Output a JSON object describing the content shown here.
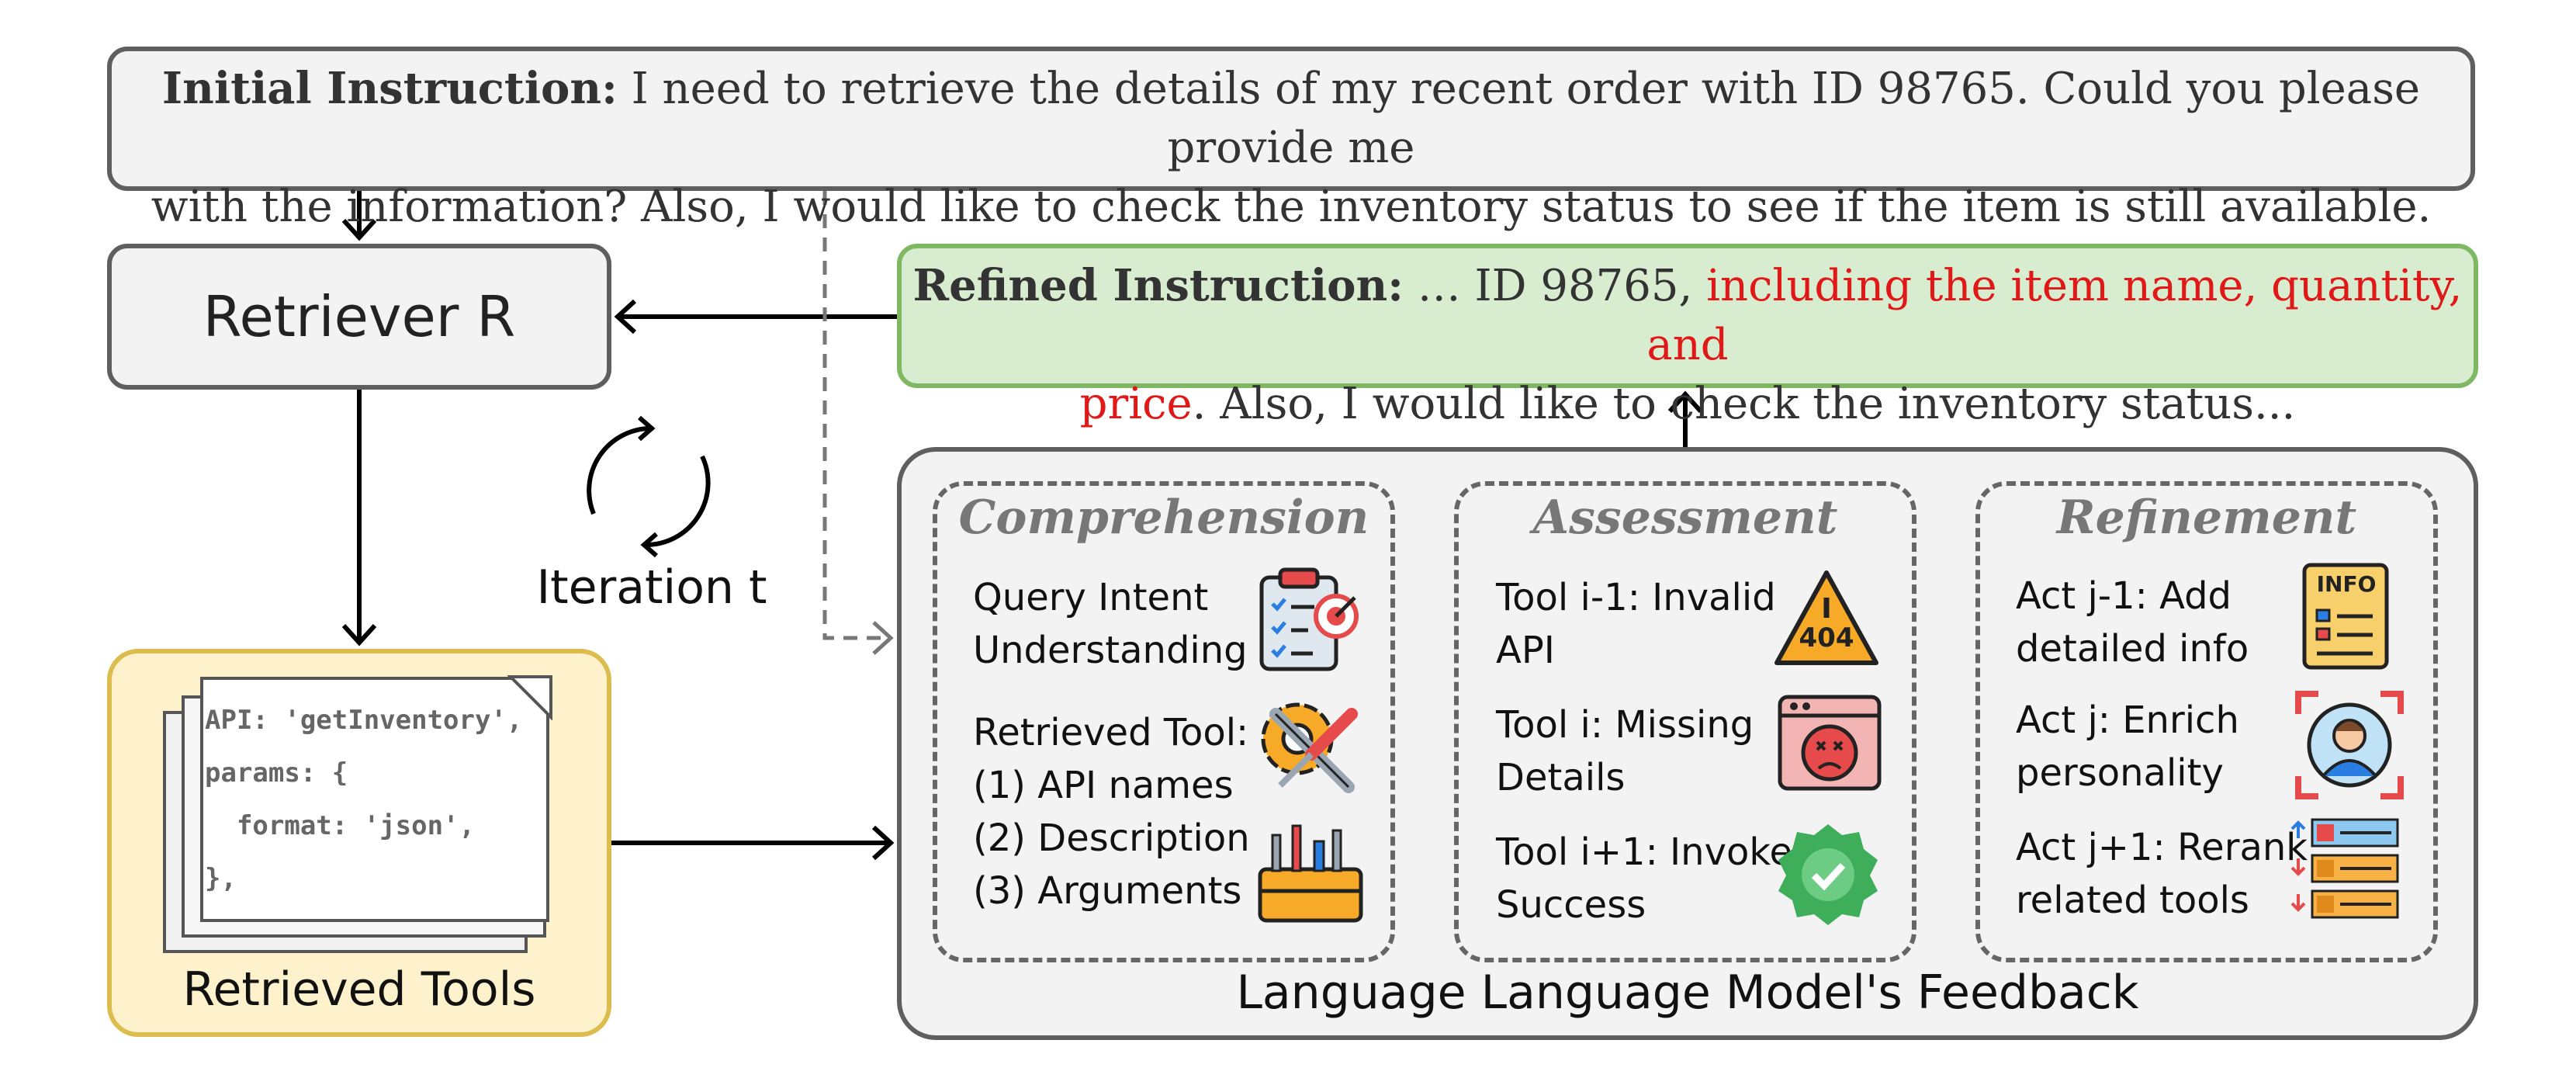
{
  "initial_instruction": {
    "heading": "Initial Instruction:",
    "line1": "I need to retrieve the details of my recent order with ID 98765. Could you please provide me",
    "line2": "with the information? Also, I would like to check the inventory status to see if the item is still available."
  },
  "retriever": {
    "label": "Retriever R"
  },
  "refined_instruction": {
    "heading": "Refined Instruction:",
    "part1": "… ID 98765, ",
    "highlight1": "including the item name, quantity, and",
    "highlight2": "price",
    "part2": ". Also, I would like to check the inventory status..."
  },
  "iteration": {
    "label": "Iteration t"
  },
  "retrieved_tools": {
    "label": "Retrieved Tools",
    "code_lines": [
      "API: 'getInventory',",
      "params: {",
      "  format: 'json',",
      "},"
    ]
  },
  "feedback": {
    "label": "Language Language Model's Feedback",
    "comprehension": {
      "title": "Comprehension",
      "query_line1": "Query Intent",
      "query_line2": "Understanding",
      "tool_line1": "Retrieved Tool:",
      "tool_line2": "(1) API names",
      "tool_line3": "(2) Description",
      "tool_line4": "(3) Arguments"
    },
    "assessment": {
      "title": "Assessment",
      "a1_line1": "Tool i-1: Invalid",
      "a1_line2": "API",
      "a2_line1": "Tool i: Missing",
      "a2_line2": "Details",
      "a3_line1": "Tool i+1: Invoke",
      "a3_line2": "Success",
      "warning_code": "404"
    },
    "refinement": {
      "title": "Refinement",
      "r1_line1": "Act j-1: Add",
      "r1_line2": "detailed info",
      "r2_line1": "Act j: Enrich",
      "r2_line2": "personality",
      "r3_line1": "Act j+1: Rerank",
      "r3_line2": "related tools",
      "info_badge": "INFO"
    }
  },
  "colors": {
    "box_border": "#5f5f5f",
    "box_fill": "#f3f3f3",
    "refined_fill": "#d8ecd0",
    "refined_border": "#7fb862",
    "tools_fill": "#fdf2cb",
    "tools_border": "#dcbc4c",
    "highlight_red": "#e01818"
  }
}
